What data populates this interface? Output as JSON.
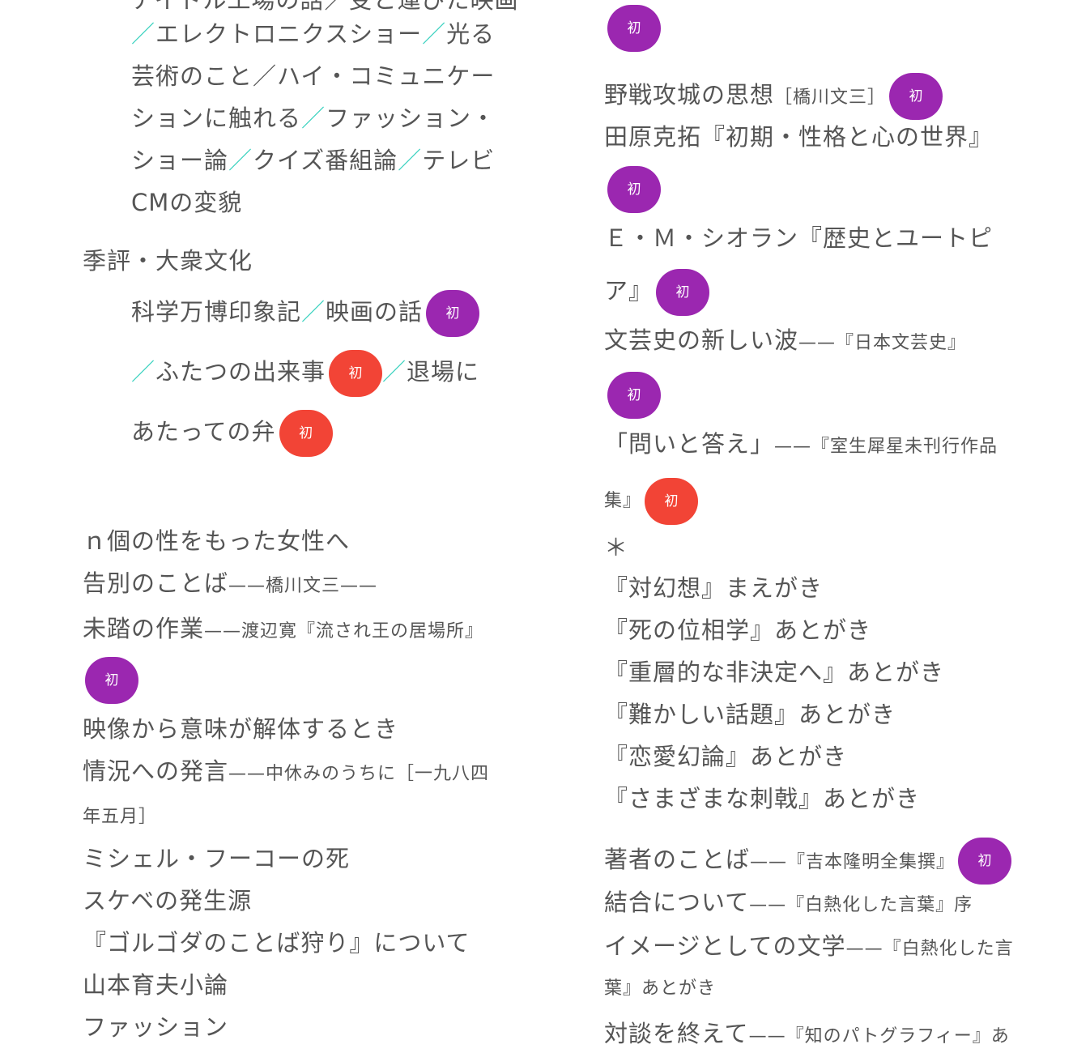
{
  "badge_text": "初",
  "colors": {
    "text": "#555555",
    "slash": "#3fd3c1",
    "badge_purple": "#9b27b0",
    "badge_red": "#f24436"
  },
  "left": {
    "top_partial": "アイドル工場の話／受と運びた映画",
    "cont1": "エレクトロニクスショー",
    "cont2a": "光る",
    "cont3": "芸術のこと／ハイ・コミュニケー",
    "cont4a": "ションに触れる",
    "cont4b": "ファッション・",
    "cont5a": "ショー論",
    "cont5b": "クイズ番組論",
    "cont5c": "テレビ",
    "cont6": "CMの変貌",
    "section_title": "季評・大衆文化",
    "s1a": "科学万博印象記",
    "s1b": "映画の話",
    "s2a": "ふたつの出来事",
    "s2b": "退場に",
    "s3": "あたっての弁",
    "e1": "ｎ個の性をもった女性へ",
    "e2_main": "告別のことば",
    "e2_sub": "——橋川文三——",
    "e3_main": "未踏の作業",
    "e3_sub": "——渡辺寛『流され王の居場所』",
    "e4": "映像から意味が解体するとき",
    "e5_main": "情況への発言",
    "e5_sub": "——中休みのうちに［一九八四",
    "e5_sub2": "年五月］",
    "e6": "ミシェル・フーコーの死",
    "e7": "スケベの発生源",
    "e8": "『ゴルゴダのことば狩り』について",
    "e9": "山本育夫小論",
    "e10": "ファッション"
  },
  "right": {
    "r1_main": "野戦攻城の思想",
    "r1_sub": "［橋川文三］",
    "r2": "田原克拓『初期・性格と心の世界』",
    "r3": "Ｅ・Ｍ・シオラン『歴史とユートピ",
    "r3b": "ア』",
    "r4_main": "文芸史の新しい波",
    "r4_sub": "——『日本文芸史』",
    "r5_main": "「問いと答え」",
    "r5_sub": "——『室生犀星未刊行作品",
    "r5_sub2": "集』",
    "asterisk": "＊",
    "p1": "『対幻想』まえがき",
    "p2": "『死の位相学』あとがき",
    "p3": "『重層的な非決定へ』あとがき",
    "p4": "『難かしい話題』あとがき",
    "p5": "『恋愛幻論』あとがき",
    "p6": "『さまざまな刺戟』あとがき",
    "q1_main": "著者のことば",
    "q1_sub": "——『吉本隆明全集撰』",
    "q2_main": "結合について",
    "q2_sub": "——『白熱化した言葉』序",
    "q3_main": "イメージとしての文学",
    "q3_sub": "——『白熱化した言",
    "q3_sub2": "葉』あとがき",
    "q4_main": "対談を終えて",
    "q4_sub": "——『知のパトグラフィー』あ"
  }
}
